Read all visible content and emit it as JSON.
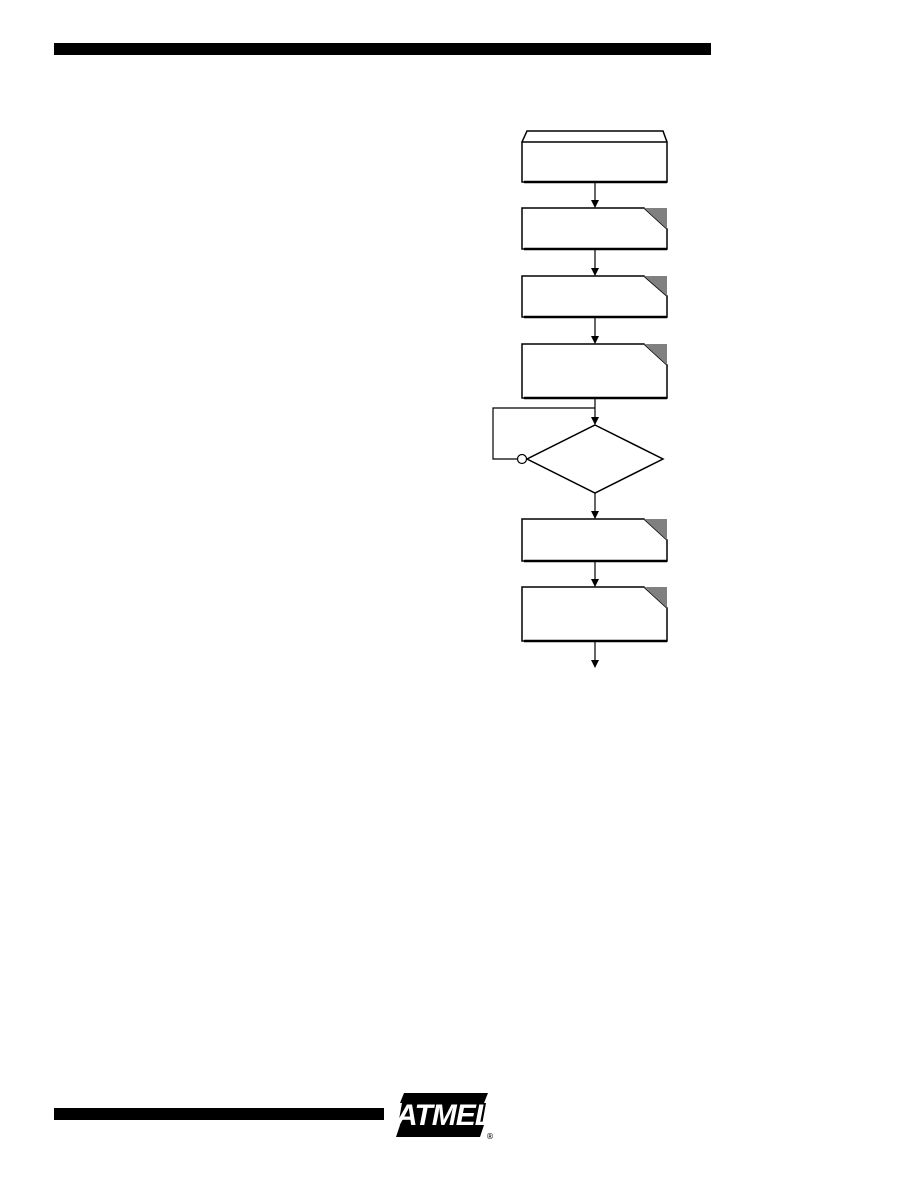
{
  "page": {
    "rule_color": "#000000",
    "background": "#ffffff"
  },
  "flowchart": {
    "nodes": [
      {
        "id": "start",
        "shape": "start-terminal",
        "label": ""
      },
      {
        "id": "step-1",
        "shape": "process-dogear",
        "label": ""
      },
      {
        "id": "step-2",
        "shape": "process-dogear",
        "label": ""
      },
      {
        "id": "step-3",
        "shape": "process-dogear",
        "label": ""
      },
      {
        "id": "decision",
        "shape": "diamond",
        "label": ""
      },
      {
        "id": "step-4",
        "shape": "process-dogear",
        "label": ""
      },
      {
        "id": "step-5",
        "shape": "process-dogear",
        "label": ""
      }
    ],
    "loop_back": "decision-to-step-3",
    "continues": "bottom-arrow",
    "dogear_color": "#808080"
  },
  "footer": {
    "logo_text": "ATMEL",
    "logo_mark": "®",
    "logo_color": "#000000"
  }
}
